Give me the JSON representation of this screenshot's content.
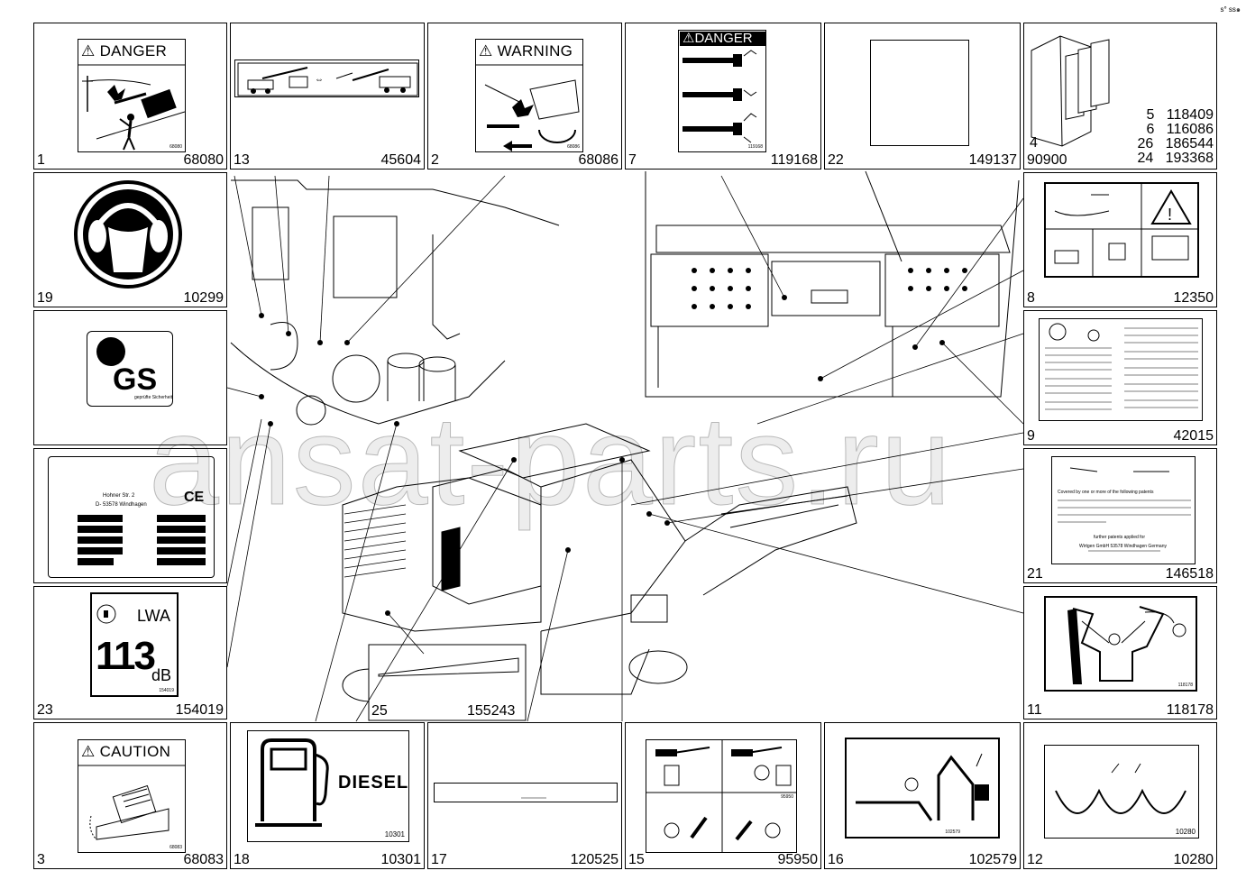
{
  "corner_mark": "s° ss๑",
  "watermark": "ansat-parts.ru",
  "cells": {
    "c1": {
      "pos": "1",
      "code": "68080",
      "header": "DANGER",
      "label_no": "68080"
    },
    "c13": {
      "pos": "13",
      "code": "45604"
    },
    "c2": {
      "pos": "2",
      "code": "68086",
      "header": "WARNING",
      "label_no": "68086"
    },
    "c7": {
      "pos": "7",
      "code": "119168",
      "header": "DANGER",
      "label_no": "119168"
    },
    "c22": {
      "pos": "22",
      "code": "149137"
    },
    "c4": {
      "pos": "4",
      "code": "90900",
      "parts": [
        {
          "pos": "5",
          "code": "118409"
        },
        {
          "pos": "6",
          "code": "116086"
        },
        {
          "pos": "26",
          "code": "186544"
        },
        {
          "pos": "24",
          "code": "193368"
        }
      ]
    },
    "c19": {
      "pos": "19",
      "code": "10299"
    },
    "c8": {
      "pos": "8",
      "code": "12350"
    },
    "cgs": {
      "mark": "GS",
      "subtext": "geprüfte Sicherheit"
    },
    "c9": {
      "pos": "9",
      "code": "42015"
    },
    "cplate": {
      "addr1": "Hohner Str. 2",
      "addr2": "D- 53578 Windhagen",
      "ce": "CE"
    },
    "c21": {
      "pos": "21",
      "code": "146518",
      "line1": "Covered by one or more of the following patents",
      "line2": "further patents applied for",
      "line3": "Wirtgen GmbH   53578 Windhagen   Germany"
    },
    "c23": {
      "pos": "23",
      "code": "154019",
      "lwa": "LWA",
      "db_value": "113",
      "db_unit": "dB",
      "label_no": "154019"
    },
    "c25": {
      "pos": "25",
      "code": "155243"
    },
    "c11": {
      "pos": "11",
      "code": "118178",
      "label_no": "118178"
    },
    "c3": {
      "pos": "3",
      "code": "68083",
      "header": "CAUTION",
      "label_no": "68083"
    },
    "c18": {
      "pos": "18",
      "code": "10301",
      "fuel": "DIESEL",
      "label_no": "10301"
    },
    "c17": {
      "pos": "17",
      "code": "120525"
    },
    "c15": {
      "pos": "15",
      "code": "95950",
      "label_no": "95950"
    },
    "c16": {
      "pos": "16",
      "code": "102579",
      "label_no": "102579"
    },
    "c12": {
      "pos": "12",
      "code": "10280",
      "label_no": "10280"
    }
  }
}
